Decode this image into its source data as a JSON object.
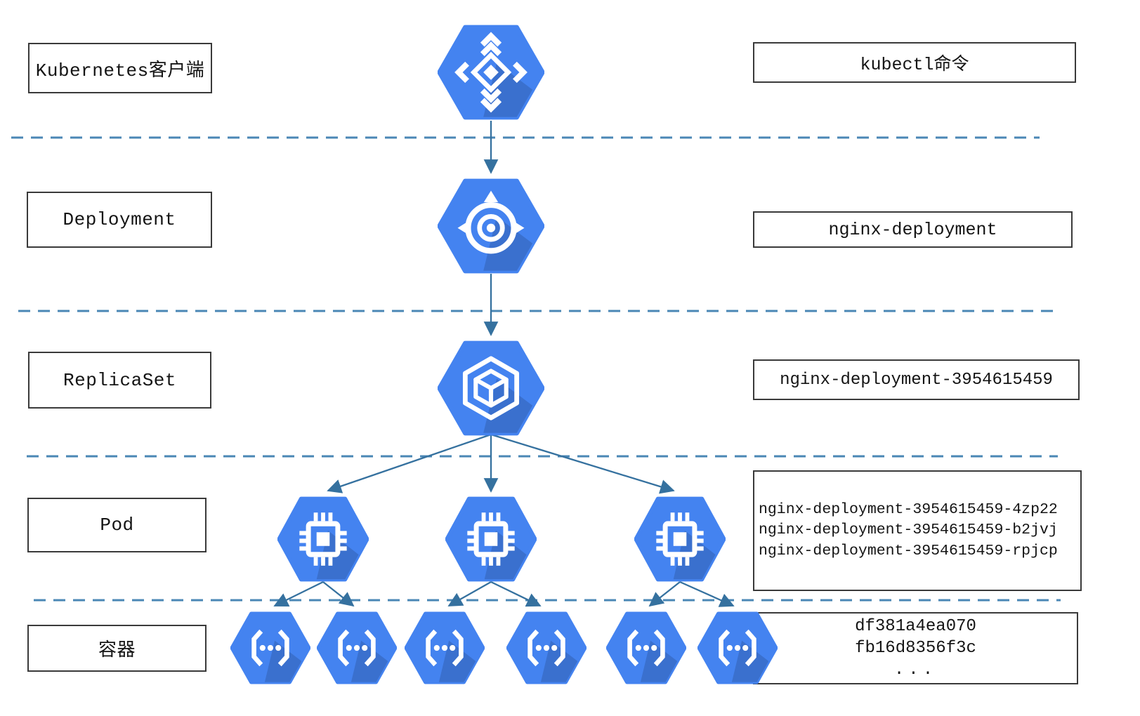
{
  "rows": [
    {
      "id": "client",
      "label": "Kubernetes客户端",
      "value": "kubectl命令",
      "icon": "kubernetes-engine-icon"
    },
    {
      "id": "deployment",
      "label": "Deployment",
      "value": "nginx-deployment",
      "icon": "deployment-icon"
    },
    {
      "id": "replicaset",
      "label": "ReplicaSet",
      "value": "nginx-deployment-3954615459",
      "icon": "replicaset-icon"
    },
    {
      "id": "pod",
      "label": "Pod",
      "values": [
        "nginx-deployment-3954615459-4zp22",
        "nginx-deployment-3954615459-b2jvj",
        "nginx-deployment-3954615459-rpjcp"
      ],
      "icon": "pod-chip-icon",
      "icon_count": 3
    },
    {
      "id": "container",
      "label": "容器",
      "values": [
        "df381a4ea070",
        "fb16d8356f3c",
        "..."
      ],
      "icon": "container-braces-icon",
      "icon_count": 6
    }
  ],
  "icons": {
    "kubernetes-engine": "kubernetes-engine-icon",
    "deployment": "deployment-icon",
    "replicaset": "replicaset-icon",
    "pod": "pod-chip-icon",
    "container": "container-braces-icon"
  },
  "colors": {
    "hexagon_blue": "#4483f0",
    "hexagon_shadow": "rgba(0,0,0,0.14)",
    "glyph_white": "#ffffff",
    "arrow": "#35719f",
    "separator_dash": "#4a87b5",
    "box_border": "#3a3a3a",
    "text": "#141414",
    "background": "#ffffff"
  }
}
